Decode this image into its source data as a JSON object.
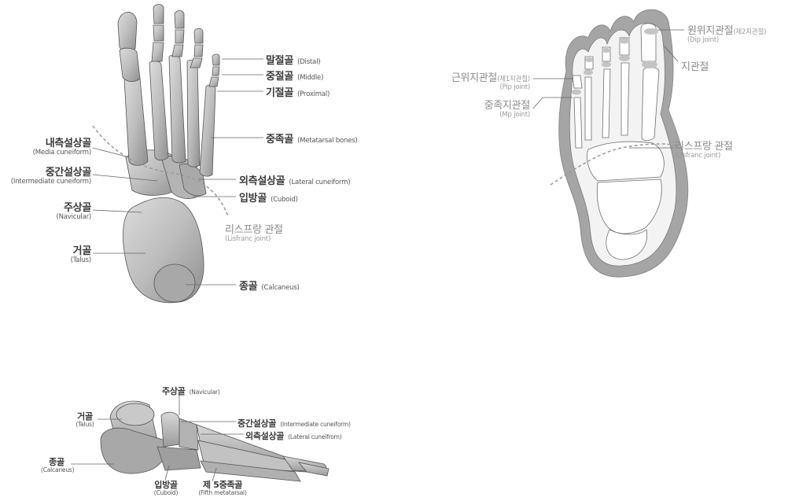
{
  "top_left": {
    "phalanges_distal": {
      "ko": "말절골",
      "en": "(Distal)"
    },
    "phalanges_middle": {
      "ko": "중절골",
      "en": "(Middle)"
    },
    "phalanges_proximal": {
      "ko": "기절골",
      "en": "(Proximal)"
    },
    "metatarsal": {
      "ko": "중족골",
      "en": "(Metatarsal bones)"
    },
    "lateral_cuneiform": {
      "ko": "외측설상골",
      "en": "(Lateral cuneiform)"
    },
    "cuboid": {
      "ko": "입방골",
      "en": "(Cuboid)"
    },
    "lisfranc": {
      "ko": "리스프랑 관절",
      "en": "(Lisfranc joint)"
    },
    "calcaneus": {
      "ko": "종골",
      "en": "(Calcaneus)"
    },
    "medial_cuneiform": {
      "ko": "내측설상골",
      "en": "(Media cuneiform)"
    },
    "intermediate_cuneiform": {
      "ko": "중간설상골",
      "en": "(Intermediate cuneiform)"
    },
    "navicular": {
      "ko": "주상골",
      "en": "(Navicular)"
    },
    "talus": {
      "ko": "거골",
      "en": "(Talus)"
    }
  },
  "top_right": {
    "dip": {
      "ko": "원위지관절",
      "ko_sub": "(제2지관절)",
      "en": "(Dip joint)"
    },
    "toe_joint": {
      "ko": "지관절"
    },
    "pip": {
      "ko": "근위지관절",
      "ko_sub": "(제1지관절)",
      "en": "(Pip joint)"
    },
    "mp": {
      "ko": "중족지관절",
      "en": "(Mp joint)"
    },
    "lisfranc": {
      "ko": "리스프랑 관절",
      "en": "(Lisfranc joint)"
    }
  },
  "bottom": {
    "navicular": {
      "ko": "주상골",
      "en": "(Navicular)"
    },
    "talus": {
      "ko": "거골",
      "en": "(Talus)"
    },
    "intermediate_cuneiform": {
      "ko": "중간설상골",
      "en": "(Intermediate cuneiform)"
    },
    "lateral_cuneiform": {
      "ko": "외측설상골",
      "en": "(Lateral cuneifrom)"
    },
    "calcaneus": {
      "ko": "종골",
      "en": "(Calcaneus)"
    },
    "cuboid": {
      "ko": "입방골",
      "en": "(Cuboid)"
    },
    "fifth_metatarsal": {
      "ko": "제 5중족골",
      "en": "(Fifth metatarsal)"
    }
  }
}
